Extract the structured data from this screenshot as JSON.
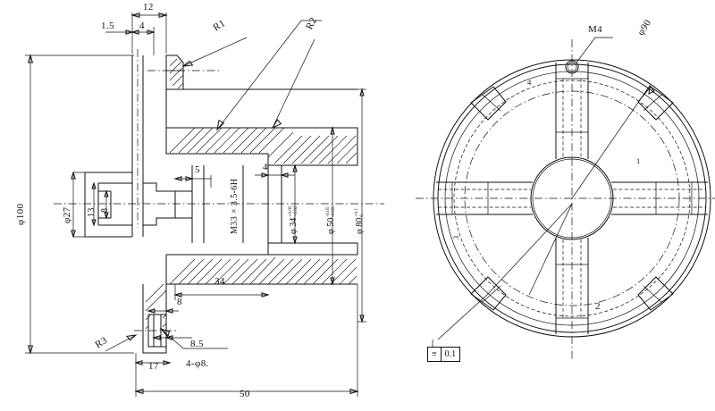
{
  "drawing": {
    "title": "mechanical-part-engineering-drawing",
    "views": [
      {
        "name": "section-view-left",
        "kind": "cross-section"
      },
      {
        "name": "front-view-right",
        "kind": "circular-end-view"
      }
    ]
  },
  "section_view": {
    "dimensions": {
      "top_overall": "12",
      "top_inner": "4",
      "top_left_offset": "1.5",
      "outer_diameter": "φ100",
      "bore_small": "φ27",
      "slot_depth": "13",
      "slot_width": "8",
      "step": "5",
      "groove_width": "4",
      "thread": "M33 × 3.5-6H",
      "len_34": "34",
      "len_8": "8",
      "len_85": "8.5",
      "len_17": "17",
      "len_50": "50",
      "hole_note": "4-φ8."
    },
    "tolerances": [
      {
        "name": "dia-34",
        "base": "φ 34",
        "upper": "+0.05",
        "lower": "+0.02"
      },
      {
        "name": "dia-50",
        "base": "φ 50",
        "upper": "-0.05",
        "lower": "-0.05"
      },
      {
        "name": "dia-80",
        "base": "φ 80",
        "upper": "+0.1",
        "lower": "0"
      }
    ],
    "radii": [
      {
        "name": "radius-r1",
        "label": "R1"
      },
      {
        "name": "radius-r2",
        "label": "R2"
      },
      {
        "name": "radius-r3",
        "label": "R3"
      }
    ]
  },
  "front_view": {
    "labels": {
      "tapped_hole": "M4",
      "bolt_circle": "φ90"
    },
    "callouts": [
      {
        "name": "callout-1",
        "label": "1"
      },
      {
        "name": "callout-2",
        "label": "2"
      },
      {
        "name": "callout-3",
        "label": "3"
      },
      {
        "name": "callout-4",
        "label": "4"
      }
    ],
    "feature_control_frame": {
      "symbol": "≡",
      "tolerance": "0.1"
    }
  },
  "colors": {
    "line": "#111111",
    "paper": "#ffffff"
  }
}
